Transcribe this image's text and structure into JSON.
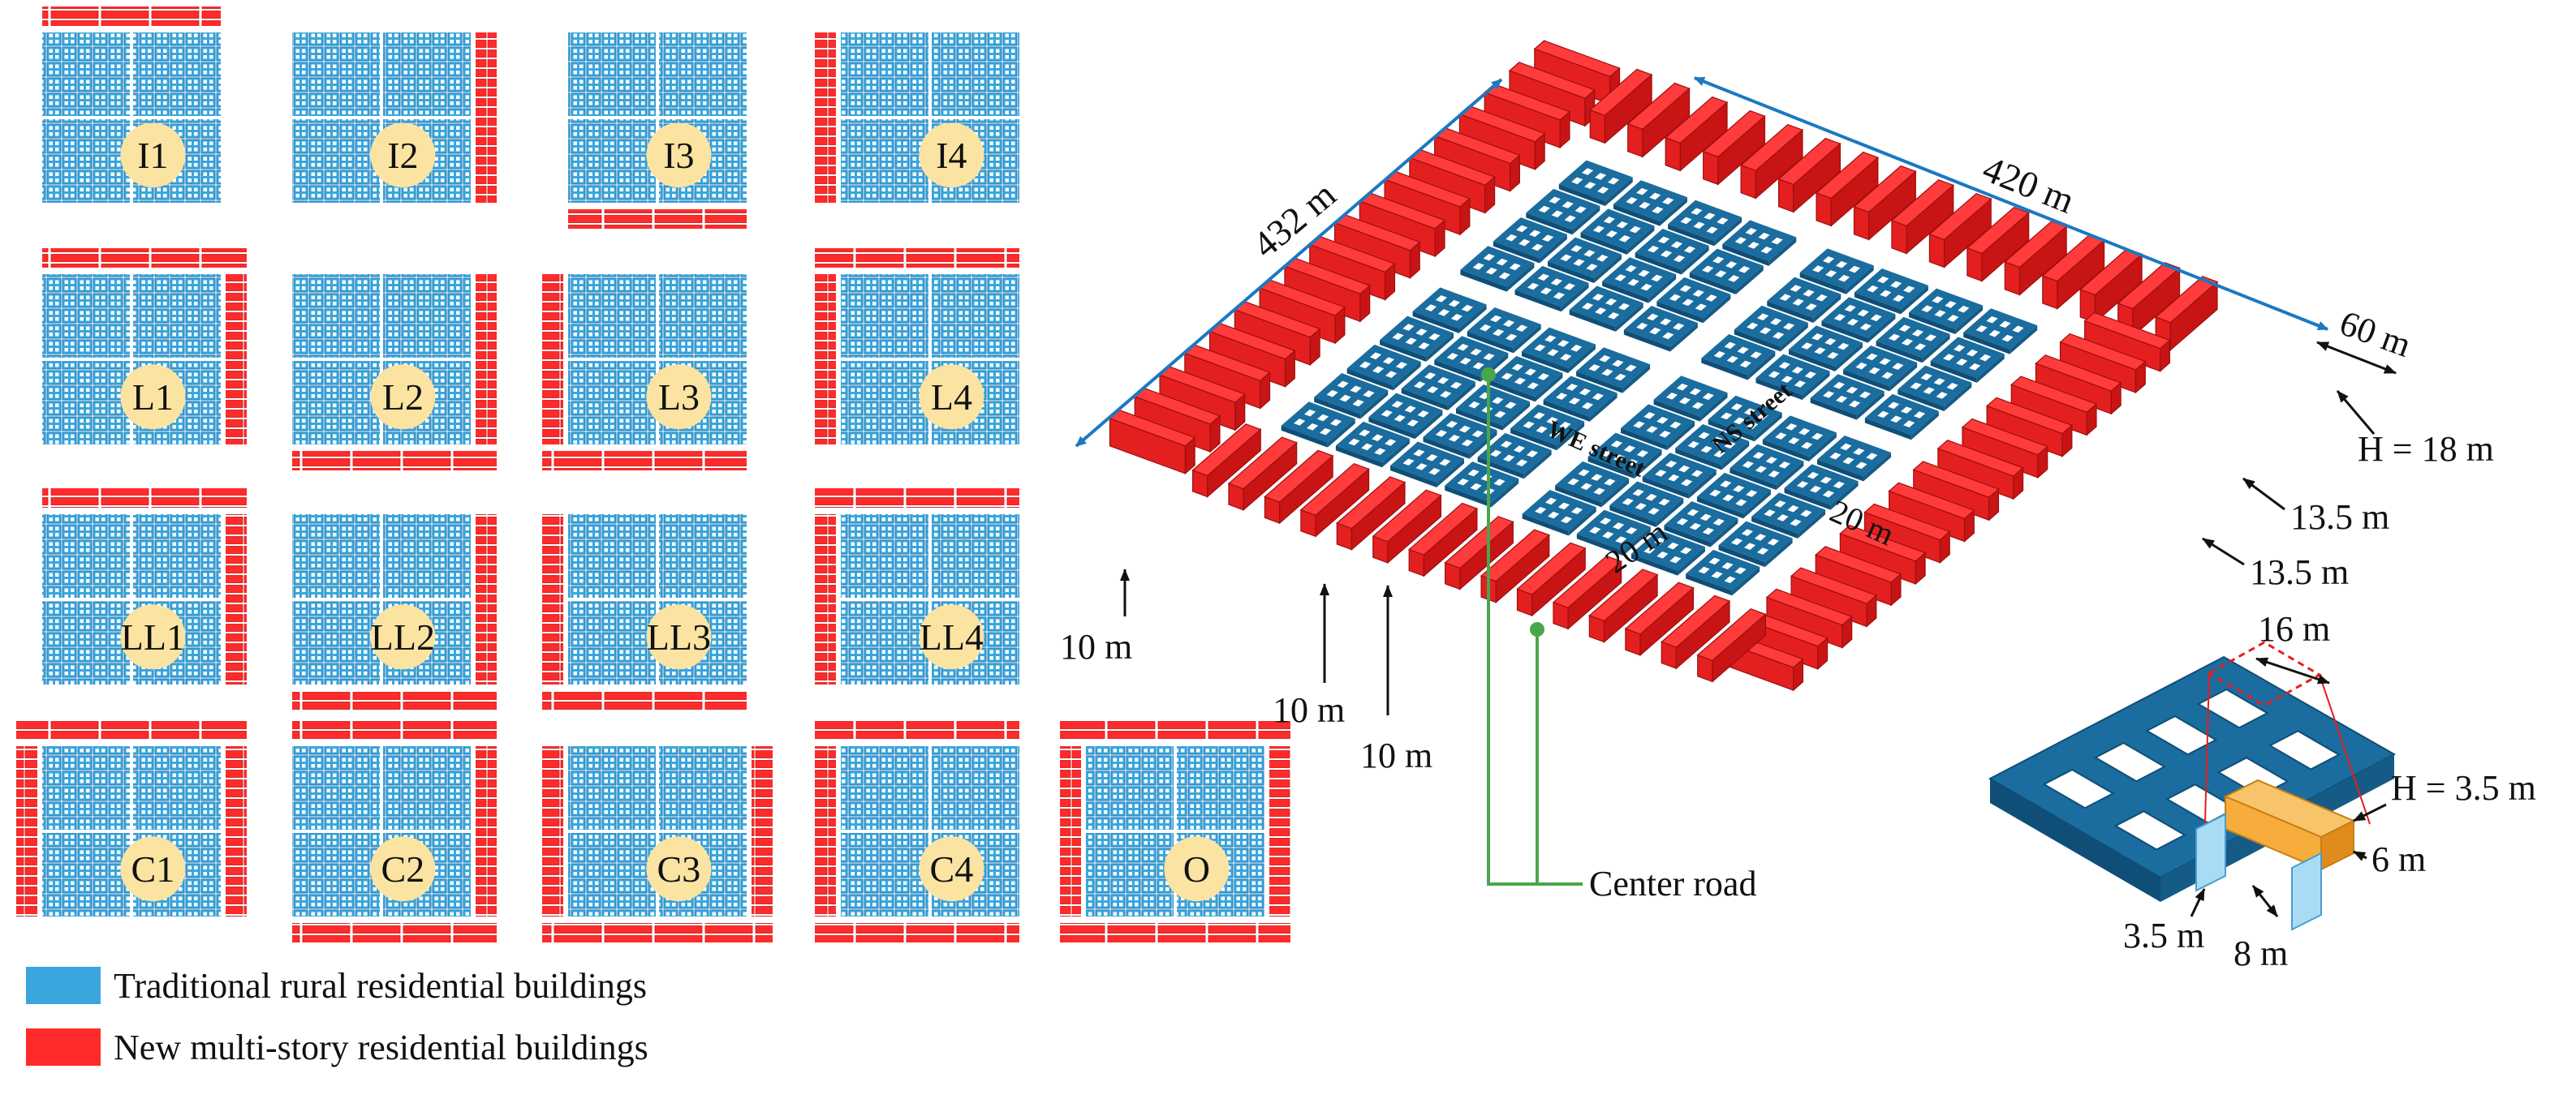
{
  "colors": {
    "traditional": "#3aa6de",
    "traditional_dark": "#1f7fb8",
    "new_building": "#ff2a2a",
    "new_building_dark": "#c81414",
    "label_circle": "#fbe3a2",
    "block_3d": "#1a6d9e",
    "block_3d_dark": "#0f4e77",
    "dimension_line": "#1b78c2",
    "center_road": "#4aa64a",
    "orange_unit": "#f6ad3c",
    "leg_blue": "#a9dcf4"
  },
  "layouts": [
    {
      "id": "I1",
      "sides": [
        "top"
      ]
    },
    {
      "id": "I2",
      "sides": [
        "right"
      ]
    },
    {
      "id": "I3",
      "sides": [
        "bottom"
      ]
    },
    {
      "id": "I4",
      "sides": [
        "left"
      ]
    },
    {
      "id": "L1",
      "sides": [
        "top",
        "right"
      ]
    },
    {
      "id": "L2",
      "sides": [
        "right",
        "bottom"
      ]
    },
    {
      "id": "L3",
      "sides": [
        "bottom",
        "left"
      ]
    },
    {
      "id": "L4",
      "sides": [
        "left",
        "top"
      ]
    },
    {
      "id": "LL1",
      "sides": [
        "top",
        "right"
      ]
    },
    {
      "id": "LL2",
      "sides": [
        "right",
        "bottom"
      ]
    },
    {
      "id": "LL3",
      "sides": [
        "bottom",
        "left"
      ]
    },
    {
      "id": "LL4",
      "sides": [
        "left",
        "top"
      ]
    },
    {
      "id": "C1",
      "sides": [
        "left",
        "top",
        "right"
      ]
    },
    {
      "id": "C2",
      "sides": [
        "top",
        "right",
        "bottom"
      ]
    },
    {
      "id": "C3",
      "sides": [
        "right",
        "bottom",
        "left"
      ]
    },
    {
      "id": "C4",
      "sides": [
        "bottom",
        "left",
        "top"
      ]
    },
    {
      "id": "O",
      "sides": [
        "top",
        "right",
        "bottom",
        "left"
      ]
    }
  ],
  "legend": {
    "traditional": "Traditional rural residential buildings",
    "new": "New multi-story residential buildings"
  },
  "labels_3d": {
    "length_left": "432 m",
    "length_right": "420 m",
    "depth": "60 m",
    "height_18": "H = 18 m",
    "height_135_a": "13.5 m",
    "height_135_b": "13.5 m",
    "gap_10_a": "10 m",
    "gap_10_b": "10 m",
    "gap_10_c": "10 m",
    "we_street": "WE street",
    "ns_street": "NS street",
    "width_20_a": "20 m",
    "width_20_b": "20 m",
    "center_road": "Center road",
    "unit_16": "16 m",
    "unit_h35": "H = 3.5 m",
    "unit_6": "6 m",
    "unit_8": "8 m",
    "unit_35": "3.5 m"
  }
}
